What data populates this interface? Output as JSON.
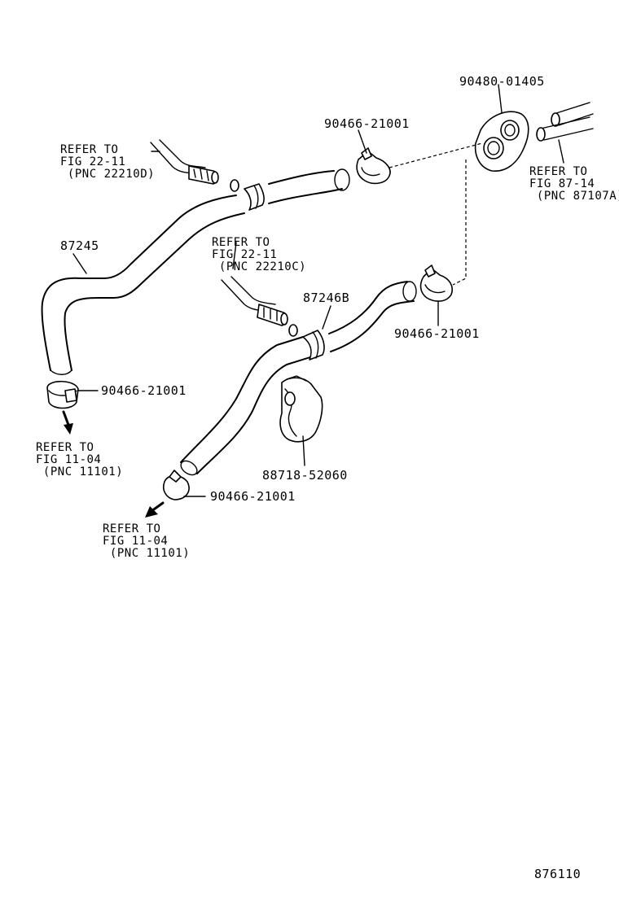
{
  "parts": {
    "hose_upper": "87245",
    "hose_lower": "87246B",
    "clamp_top_center": "90466-21001",
    "clamp_right": "90466-21001",
    "clamp_left_bottom": "90466-21001",
    "clamp_lower_bottom": "90466-21001",
    "grommet": "90480-01405",
    "clamp_bracket": "88718-52060"
  },
  "refs": {
    "ref_upper_left": [
      "REFER TO",
      "FIG 22-11",
      " (PNC 22210D)"
    ],
    "ref_center": [
      "REFER TO",
      "FIG 22-11",
      " (PNC 22210C)"
    ],
    "ref_right": [
      "REFER TO",
      "FIG 87-14",
      " (PNC 87107A)"
    ],
    "ref_left_bottom": [
      "REFER TO",
      "FIG 11-04",
      " (PNC 11101)"
    ],
    "ref_center_bottom": [
      "REFER TO",
      "FIG 11-04",
      " (PNC 11101)"
    ]
  },
  "figure_number": "876110"
}
